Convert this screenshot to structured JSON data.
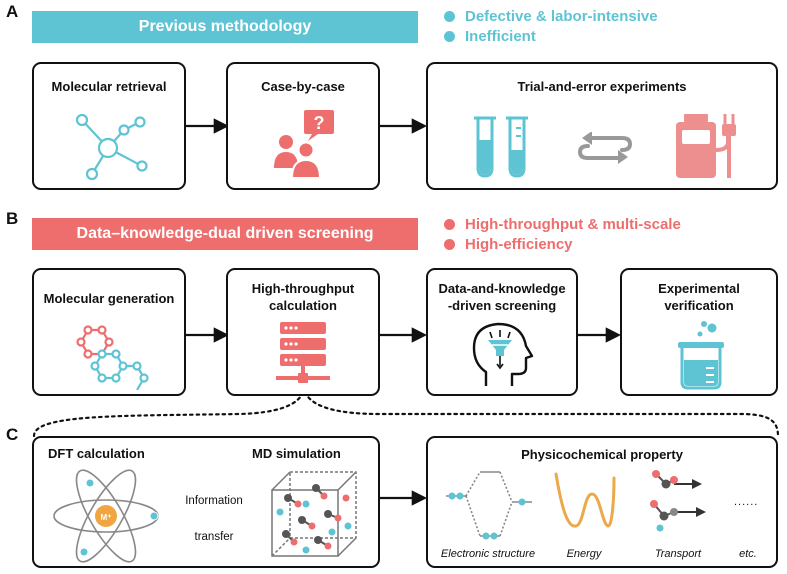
{
  "panels": {
    "a": "A",
    "b": "B",
    "c": "C"
  },
  "colors": {
    "teal": "#5ec4d4",
    "red": "#ee6d6d",
    "gray": "#999999",
    "dark": "#111111"
  },
  "section_a": {
    "banner": "Previous methodology",
    "bullets": [
      "Defective & labor-intensive",
      "Inefficient"
    ],
    "boxes": [
      "Molecular retrieval",
      "Case-by-case",
      "Trial-and-error experiments"
    ]
  },
  "section_b": {
    "banner": "Data–knowledge-dual driven screening",
    "bullets": [
      "High-throughput & multi-scale",
      "High-efficiency"
    ],
    "boxes": [
      [
        "Molecular generation"
      ],
      [
        "High-throughput",
        "calculation"
      ],
      [
        "Data-and-knowledge",
        "-driven screening"
      ],
      [
        "Experimental",
        "verification"
      ]
    ]
  },
  "section_c": {
    "dft_title": "DFT calculation",
    "md_title": "MD simulation",
    "nucleus_label": "M⁺",
    "info_transfer": [
      "Information",
      "transfer"
    ],
    "property_title": "Physicochemical property",
    "properties": [
      "Electronic structure",
      "Energy",
      "Transport",
      "etc."
    ],
    "ellipsis": "......"
  },
  "icons": [
    "molecule-network-icon",
    "question-people-icon",
    "test-tubes-icon",
    "cycle-arrows-icon",
    "battery-plug-icon",
    "hexagon-molecule-icon",
    "server-icon",
    "head-funnel-icon",
    "beaker-icon",
    "atom-icon",
    "md-cube-icon",
    "energy-levels-icon",
    "energy-curve-icon",
    "transport-icon"
  ]
}
